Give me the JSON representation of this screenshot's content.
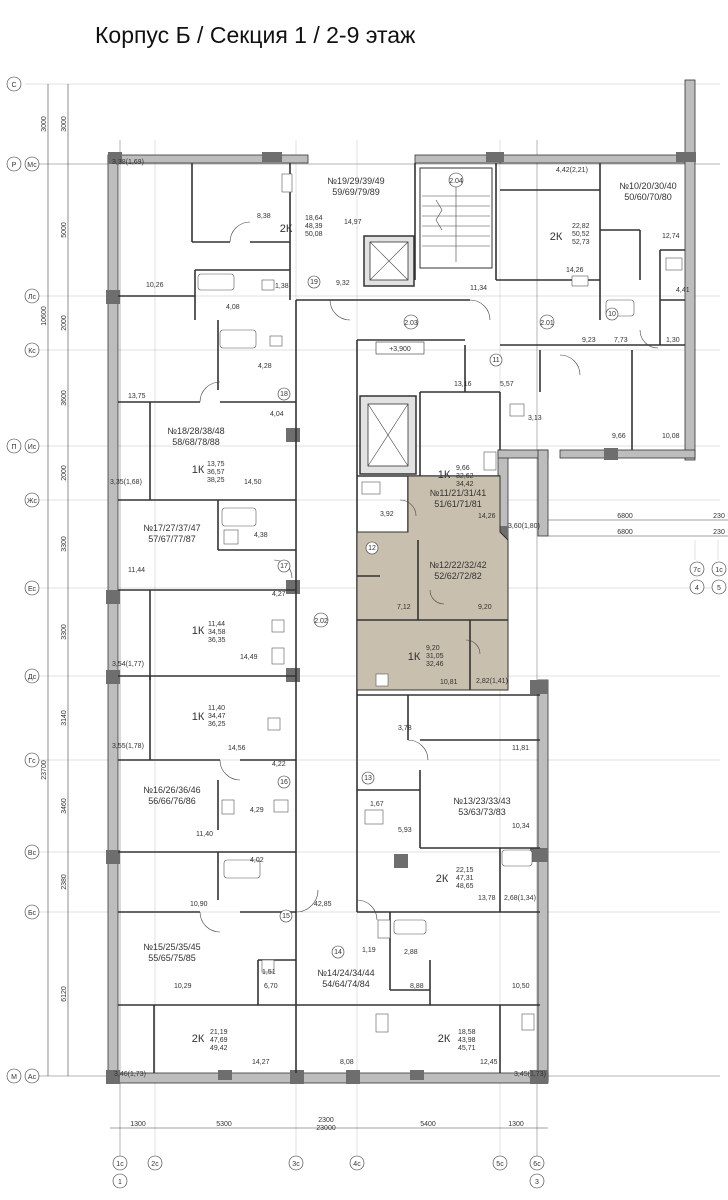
{
  "title": "Корпус Б / Секция 1 / 2-9 этаж",
  "colors": {
    "highlight": "#c8bfae",
    "walls": "#bdbdbd",
    "columns": "#6e6e6e"
  },
  "grid_letters_left": [
    {
      "a": "С"
    },
    {
      "a": "Р",
      "b": "Мс"
    },
    {
      "a": "Лс"
    },
    {
      "a": "Кс"
    },
    {
      "a": "П",
      "b": "Ис"
    },
    {
      "a": "Жс"
    },
    {
      "a": "Ес"
    },
    {
      "a": "Дс"
    },
    {
      "a": "Гс"
    },
    {
      "a": "Вс"
    },
    {
      "a": "Бс"
    },
    {
      "a": "М",
      "b": "Ас"
    }
  ],
  "dims_left_inner": [
    "3000",
    "5000",
    "2000",
    "3600",
    "2000",
    "3300",
    "3300",
    "3140",
    "3460",
    "2380",
    "6120"
  ],
  "dims_left_outer": [
    "3000",
    "10600",
    "23700"
  ],
  "dims_bottom": [
    "1300",
    "5300",
    "2300",
    "5400",
    "1300"
  ],
  "dim_bottom_total": "23000",
  "dims_right": [
    "6800",
    "6800"
  ],
  "dims_right_small": [
    "230",
    "230"
  ],
  "axes_bottom": [
    {
      "top": "1с",
      "bottom": "1"
    },
    {
      "top": "2с"
    },
    {
      "top": "3с"
    },
    {
      "top": "4с"
    },
    {
      "top": "5с"
    },
    {
      "top": "6с",
      "bottom": "3"
    }
  ],
  "axes_right": [
    {
      "top": "7с",
      "bottom": "4"
    },
    {
      "top": "1с",
      "bottom": "5"
    }
  ],
  "apartments": [
    {
      "label1": "№19/29/39/49",
      "label2": "59/69/79/89",
      "rooms": "2К",
      "a1": "18,64",
      "a2": "48,39",
      "a3": "50,08",
      "stair": "19"
    },
    {
      "label1": "№10/20/30/40",
      "label2": "50/60/70/80",
      "rooms": "2К",
      "a1": "22,82",
      "a2": "50,52",
      "a3": "52,73",
      "stair": "10"
    },
    {
      "label1": "№18/28/38/48",
      "label2": "58/68/78/88",
      "rooms": "1К",
      "a1": "13,75",
      "a2": "36,57",
      "a3": "38,25",
      "stair": "18"
    },
    {
      "label1": "№11/21/31/41",
      "label2": "51/61/71/81",
      "rooms": "1К",
      "a1": "9,66",
      "a2": "32,62",
      "a3": "34,42",
      "stair": "11"
    },
    {
      "label1": "№17/27/37/47",
      "label2": "57/67/77/87",
      "rooms": "1К",
      "a1": "11,44",
      "a2": "34,58",
      "a3": "36,35",
      "stair": "17"
    },
    {
      "label1": "№12/22/32/42",
      "label2": "52/62/72/82",
      "rooms": "1К",
      "a1": "9,20",
      "a2": "31,05",
      "a3": "32,46",
      "stair": "12"
    },
    {
      "label1": "",
      "label2": "",
      "rooms": "1К",
      "a1": "11,40",
      "a2": "34,47",
      "a3": "36,25",
      "stair": ""
    },
    {
      "label1": "№16/26/36/46",
      "label2": "56/66/76/86",
      "rooms": "",
      "a1": "",
      "a2": "",
      "a3": "",
      "stair": "16"
    },
    {
      "label1": "№13/23/33/43",
      "label2": "53/63/73/83",
      "rooms": "2К",
      "a1": "22,15",
      "a2": "47,31",
      "a3": "48,65",
      "stair": "13"
    },
    {
      "label1": "№15/25/35/45",
      "label2": "55/65/75/85",
      "rooms": "2К",
      "a1": "21,19",
      "a2": "47,69",
      "a3": "49,42",
      "stair": "15"
    },
    {
      "label1": "№14/24/34/44",
      "label2": "54/64/74/84",
      "rooms": "2К",
      "a1": "18,58",
      "a2": "43,98",
      "a3": "45,71",
      "stair": "14"
    }
  ],
  "room_areas": [
    "3,38(1,69)",
    "8,38",
    "14,97",
    "4,42(2,21)",
    "12,74",
    "14,26",
    "10,26",
    "4,08",
    "1,38",
    "9,32",
    "11,34",
    "4,41",
    "9,23",
    "7,73",
    "1,30",
    "4,28",
    "13,16",
    "5,57",
    "13,75",
    "4,04",
    "3,13",
    "9,66",
    "10,08",
    "14,50",
    "3,35(1,68)",
    "3,92",
    "14,26",
    "3,60(1,80)",
    "4,38",
    "11,44",
    "4,27",
    "7,12",
    "9,20",
    "14,49",
    "3,54(1,77)",
    "2,82(1,41)",
    "10,81",
    "3,78",
    "14,56",
    "3,55(1,78)",
    "11,81",
    "4,22",
    "4,29",
    "1,67",
    "5,93",
    "10,34",
    "11,40",
    "4,02",
    "13,78",
    "2,68(1,34)",
    "10,90",
    "42,85",
    "1,19",
    "2,88",
    "1,51",
    "6,70",
    "8,88",
    "10,29",
    "10,50",
    "14,27",
    "8,08",
    "12,45",
    "3,46(1,73)",
    "3,45(1,73)"
  ],
  "corridor_marks": [
    "2.04",
    "2.03",
    "2.01",
    "2.02"
  ],
  "level_mark": "+3,900"
}
